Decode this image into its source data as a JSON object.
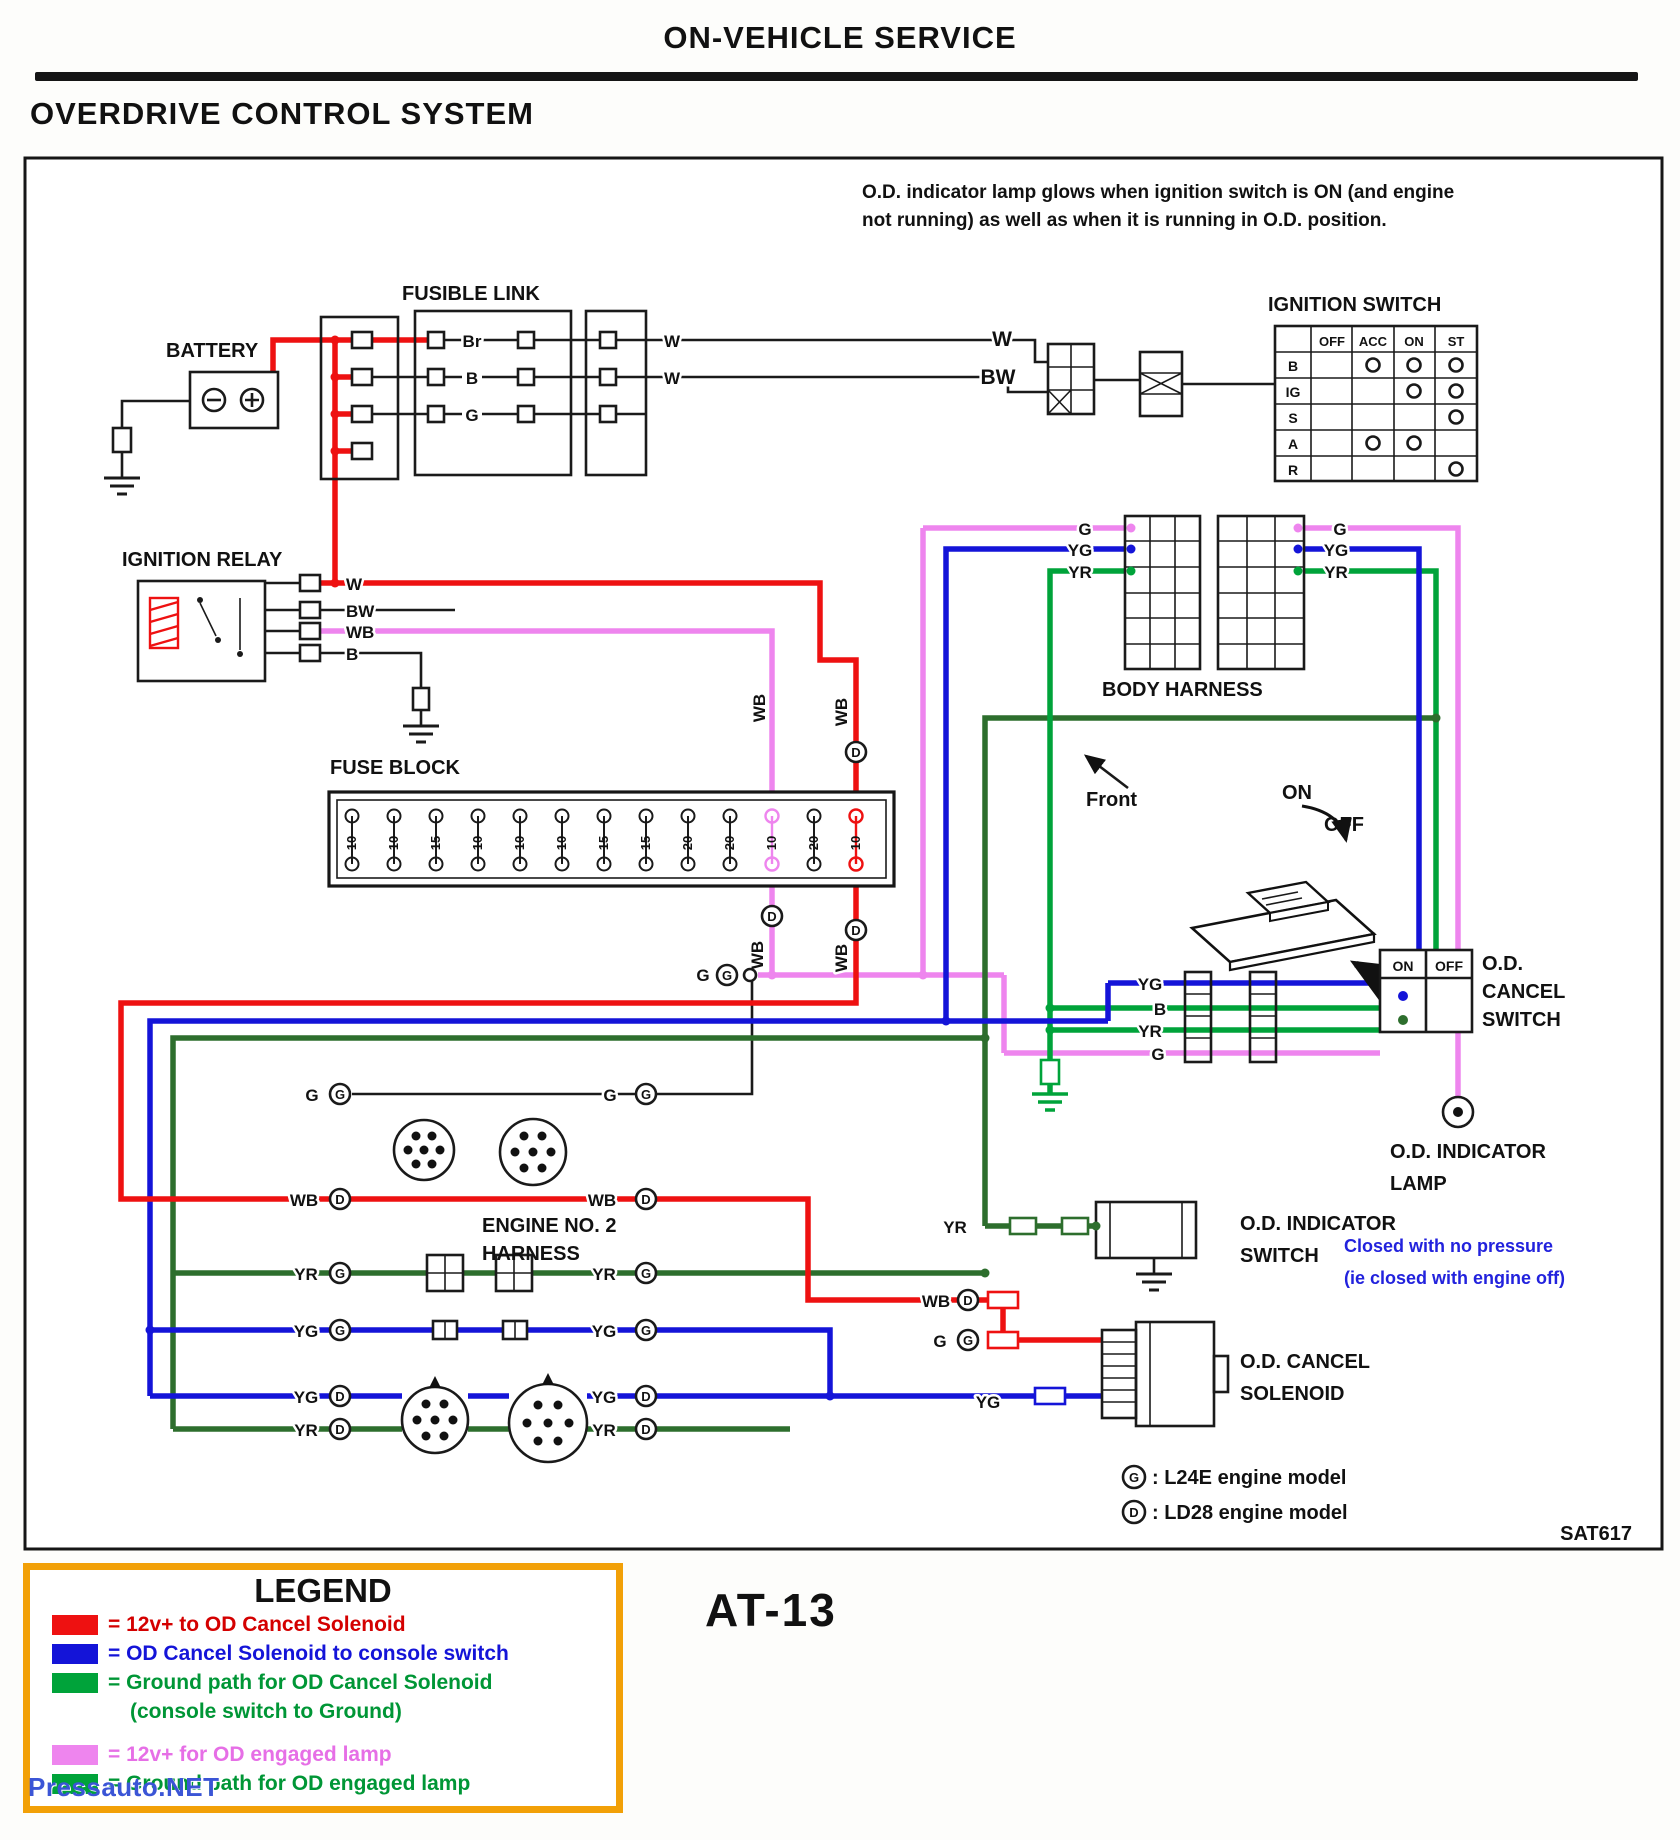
{
  "colors": {
    "wire_red": "#ee1111",
    "wire_blue": "#1414d8",
    "wire_green": "#00a33a",
    "wire_dark_green": "#2d6e2d",
    "wire_pink": "#ee85ee",
    "legend_border": "#f2a007",
    "note_blue": "#2222dd",
    "watermark_blue": "#3b55d6"
  },
  "header": {
    "title": "ON-VEHICLE SERVICE",
    "section": "OVERDRIVE CONTROL SYSTEM"
  },
  "note": {
    "line1": "O.D. indicator lamp glows when ignition switch is ON (and engine",
    "line2": "not running) as well as when it is running in O.D. position."
  },
  "components": {
    "battery": "BATTERY",
    "fusible_link": "FUSIBLE LINK",
    "ignition_switch": "IGNITION SWITCH",
    "ignition_relay": "IGNITION RELAY",
    "fuse_block": "FUSE BLOCK",
    "body_harness": "BODY HARNESS",
    "engine_harness_1": "ENGINE NO. 2",
    "engine_harness_2": "HARNESS",
    "od_cancel_switch_1": "O.D.",
    "od_cancel_switch_2": "CANCEL",
    "od_cancel_switch_3": "SWITCH",
    "od_indicator_lamp_1": "O.D. INDICATOR",
    "od_indicator_lamp_2": "LAMP",
    "od_indicator_switch_1": "O.D. INDICATOR",
    "od_indicator_switch_2": "SWITCH",
    "od_cancel_solenoid_1": "O.D. CANCEL",
    "od_cancel_solenoid_2": "SOLENOID",
    "front": "Front",
    "on": "ON",
    "off": "OFF",
    "pressure_note_1": "Closed with no pressure",
    "pressure_note_2": "(ie closed with engine off)"
  },
  "ignition_switch_table": {
    "columns": [
      "OFF",
      "ACC",
      "ON",
      "ST"
    ],
    "rows": [
      "B",
      "IG",
      "S",
      "A",
      "R"
    ],
    "contacts": [
      [
        0,
        1,
        1,
        1
      ],
      [
        0,
        0,
        1,
        1
      ],
      [
        0,
        0,
        0,
        1
      ],
      [
        0,
        1,
        1,
        0
      ],
      [
        0,
        0,
        0,
        1
      ]
    ]
  },
  "fuse_block": {
    "values": [
      "10",
      "10",
      "15",
      "10",
      "10",
      "10",
      "15",
      "15",
      "20",
      "20",
      "10",
      "20",
      "10"
    ]
  },
  "wire_labels": {
    "w": "W",
    "bw": "BW",
    "wb": "WB",
    "b": "B",
    "br": "Br",
    "g": "G",
    "yg": "YG",
    "yr": "YR",
    "d": "D"
  },
  "key": {
    "g_model": ": L24E engine model",
    "d_model": ": LD28 engine model"
  },
  "legend": {
    "title": "LEGEND",
    "entries": [
      {
        "text": "= 12v+ to OD Cancel Solenoid"
      },
      {
        "text": "= OD Cancel Solenoid to console switch"
      },
      {
        "text": "= Ground path for OD Cancel Solenoid"
      },
      {
        "text": "(console switch to Ground)"
      },
      {
        "text": "= 12v+ for OD engaged lamp"
      },
      {
        "text": "= Ground path for OD engaged lamp"
      }
    ]
  },
  "footer": {
    "page_code": "AT-13",
    "diagram_ref": "SAT617",
    "watermark": "Pressauto.NET"
  }
}
